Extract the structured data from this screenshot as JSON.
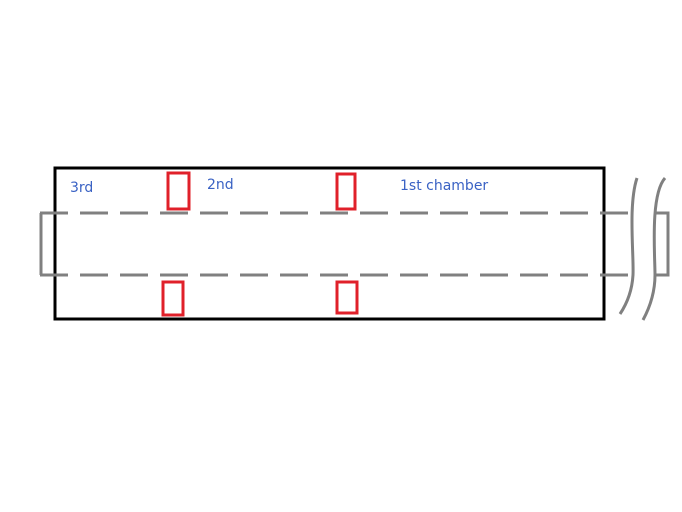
{
  "colors": {
    "background": "#ffffff",
    "outer_box": "#000000",
    "inner_pipe": "#808080",
    "seals": "#e0202a",
    "labels": "#3a62c4"
  },
  "labels": {
    "third": "3rd",
    "second": "2nd",
    "first": "1st chamber"
  }
}
